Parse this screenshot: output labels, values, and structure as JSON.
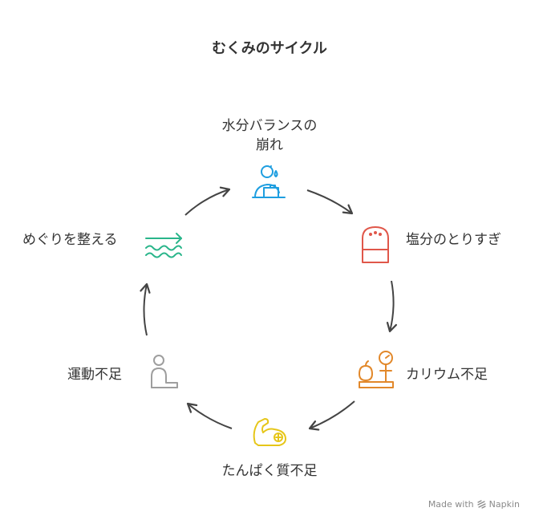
{
  "title": "むくみのサイクル",
  "nodes": [
    {
      "label": "水分バランスの崩れ",
      "line1": "水分バランスの",
      "line2": "崩れ",
      "icon": "person-drop-icon",
      "color": "#1e9ee0"
    },
    {
      "label": "塩分のとりすぎ",
      "icon": "salt-shaker-icon",
      "color": "#e0574a"
    },
    {
      "label": "カリウム不足",
      "icon": "scale-fruit-icon",
      "color": "#e2882a"
    },
    {
      "label": "たんぱく質不足",
      "icon": "flexed-arm-icon",
      "color": "#e6c619"
    },
    {
      "label": "運動不足",
      "icon": "sitting-person-icon",
      "color": "#9e9e9e"
    },
    {
      "label": "めぐりを整える",
      "icon": "water-flow-icon",
      "color": "#29b58a"
    }
  ],
  "credit": {
    "prefix": "Made with",
    "brand": "Napkin"
  }
}
